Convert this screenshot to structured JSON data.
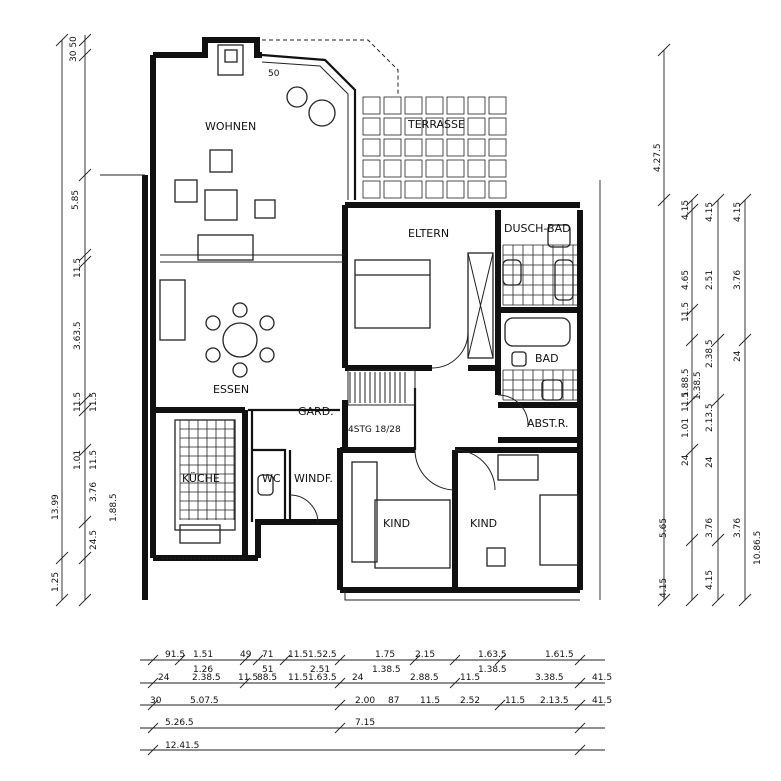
{
  "rooms": {
    "wohnen": "WOHNEN",
    "terrasse": "TERRASSE",
    "eltern": "ELTERN",
    "duschbad": "DUSCH-BAD",
    "bad": "BAD",
    "essen": "ESSEN",
    "gard": "GARD.",
    "abstr": "ABST.R.",
    "kueche": "KÜCHE",
    "wc": "WC",
    "windf": "WINDF.",
    "kind1": "KIND",
    "kind2": "KIND",
    "stairs": "4STG 18/28"
  },
  "notes": {
    "fireplace_dim": "50"
  },
  "dims": {
    "left": [
      "30 50",
      "5.85",
      "11.5",
      "3.63.5",
      "11.5",
      "1.01",
      "11.5",
      "3.76",
      "1.88.5",
      "24.5",
      "13.99",
      "1.25",
      "11.5"
    ],
    "right_col1": [
      "4.27.5",
      "4.15",
      "4.65",
      "11.5",
      "1.88.5",
      "11.5",
      "24",
      "1.01",
      "5.65",
      "4.15"
    ],
    "right_col2": [
      "4.15",
      "2.51",
      "2.38.5",
      "1.38.5",
      "2.13.5",
      "24",
      "3.76",
      "4.15"
    ],
    "right_col3": [
      "4.15",
      "3.76",
      "24",
      "3.76",
      "10.86.5"
    ],
    "bottom_row1": [
      "91.5",
      "1.51",
      "49",
      "71",
      "11.5",
      "1.52.5",
      "1.75",
      "2.15",
      "1.63.5",
      "1.61.5"
    ],
    "bottom_row2": [
      "1.26",
      "51",
      "2.51",
      "1.38.5",
      "1.38.5"
    ],
    "bottom_row3": [
      "24",
      "2.38.5",
      "11.5",
      "88.5",
      "11.5",
      "1.63.5",
      "24",
      "2.88.5",
      "11.5",
      "3.38.5",
      "41.5"
    ],
    "bottom_row4": [
      "30",
      "5.07.5",
      "2.00",
      "87",
      "11.5",
      "2.52",
      "11.5",
      "2.13.5",
      "41.5"
    ],
    "bottom_row5": [
      "5.26.5",
      "7.15"
    ],
    "bottom_row6": [
      "12.41.5"
    ]
  }
}
